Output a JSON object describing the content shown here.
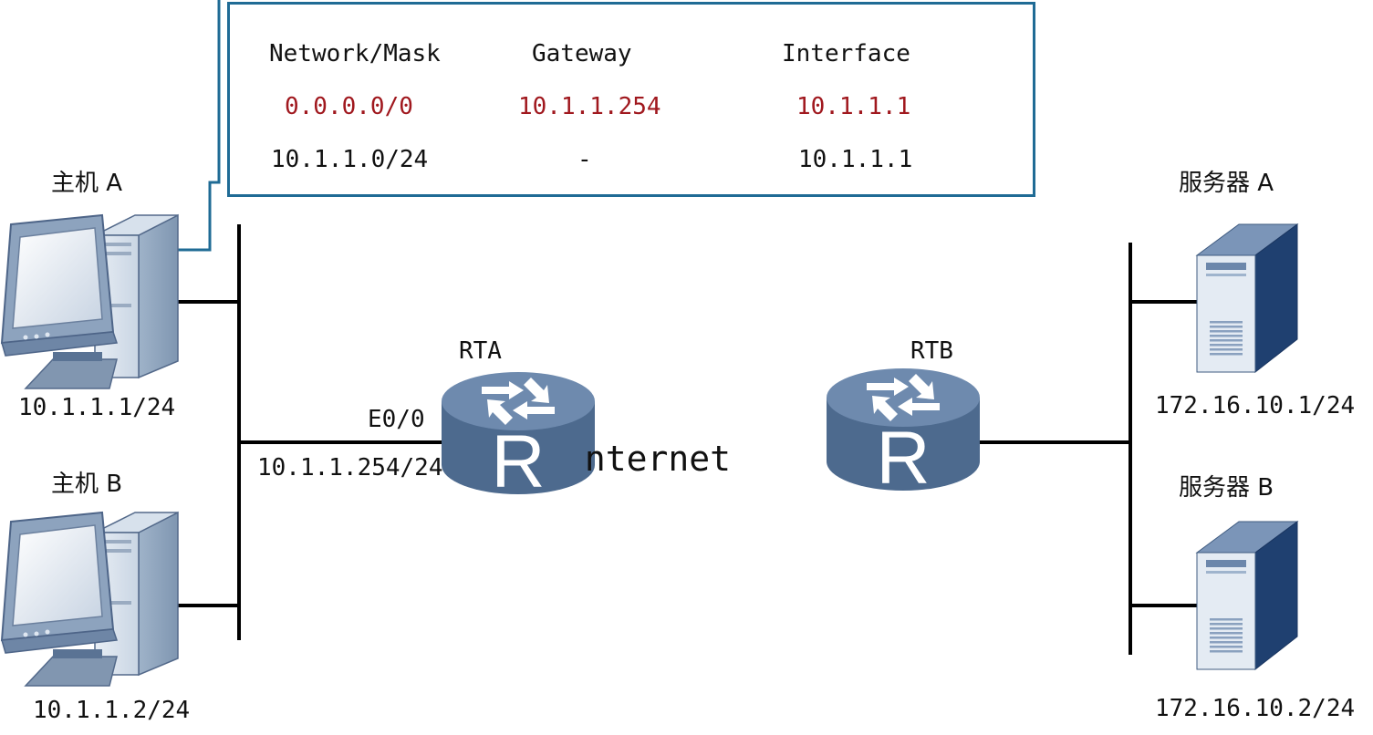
{
  "routing_table": {
    "headers": [
      "Network/Mask",
      "Gateway",
      "Interface"
    ],
    "rows": [
      {
        "network": "0.0.0.0/0",
        "gateway": "10.1.1.254",
        "interface": "10.1.1.1",
        "highlight": true
      },
      {
        "network": "10.1.1.0/24",
        "gateway": "-",
        "interface": "10.1.1.1",
        "highlight": false
      }
    ]
  },
  "hosts": [
    {
      "name": "主机 A",
      "ip": "10.1.1.1/24"
    },
    {
      "name": "主机 B",
      "ip": "10.1.1.2/24"
    }
  ],
  "servers": [
    {
      "name": "服务器 A",
      "ip": "172.16.10.1/24"
    },
    {
      "name": "服务器 B",
      "ip": "172.16.10.2/24"
    }
  ],
  "routers": [
    {
      "name": "RTA",
      "interface": "E0/0",
      "ip": "10.1.1.254/24"
    },
    {
      "name": "RTB"
    }
  ],
  "cloud_label": "Internet",
  "router_glyph": "R",
  "colors": {
    "table_border": "#1f6b95",
    "highlight_text": "#a0181e",
    "device_blue": "#4d6a8e"
  },
  "icons": [
    "desktop-computer-icon",
    "router-icon",
    "server-icon"
  ]
}
